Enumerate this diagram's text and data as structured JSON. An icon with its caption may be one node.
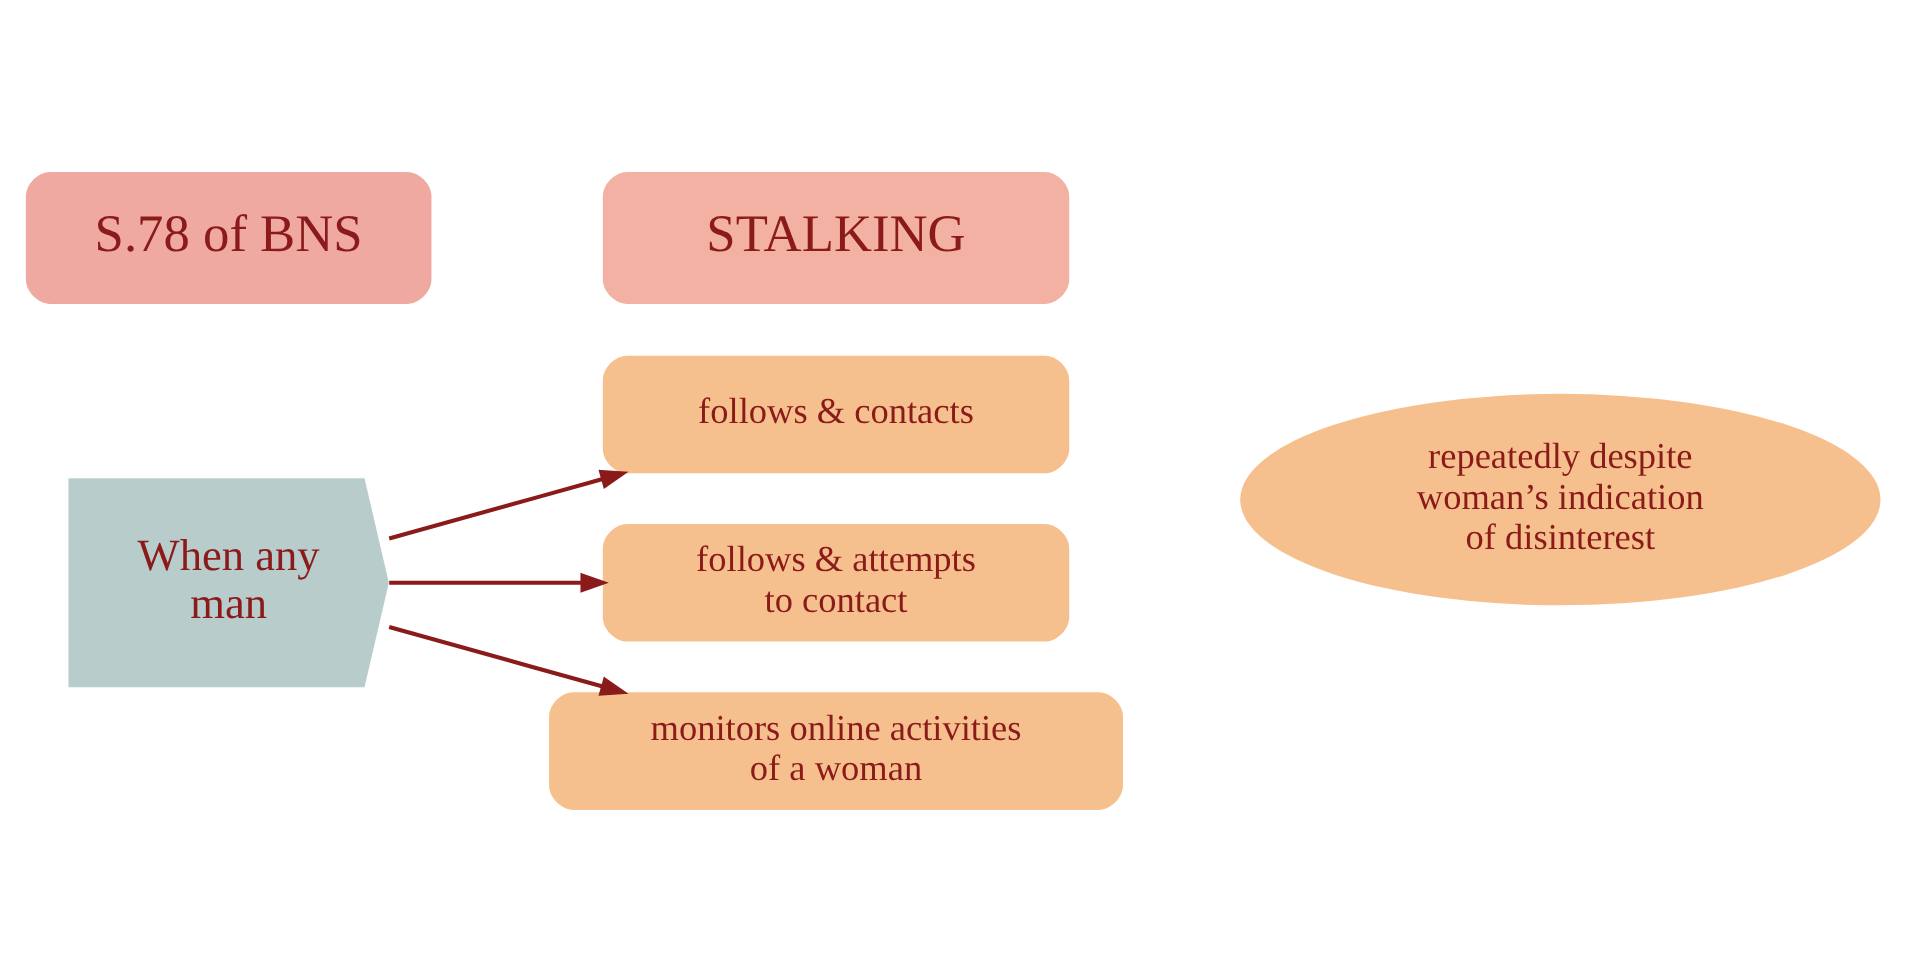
{
  "diagram": {
    "nodes": [
      {
        "text": [
          "S.78 of BNS"
        ]
      },
      {
        "text": [
          "STALKING"
        ]
      },
      {
        "text": [
          "When any man"
        ]
      },
      {
        "text": [
          "follows & contacts"
        ]
      },
      {
        "text": [
          "follows & attempts to contact"
        ]
      },
      {
        "text": [
          "monitors online activities of a woman"
        ]
      },
      {
        "text": [
          "repeatedly despite woman’s indication of disinterest"
        ]
      }
    ],
    "edges": [
      {
        "from": 2,
        "to": 3,
        "arrow": "to"
      },
      {
        "from": 2,
        "to": 4,
        "arrow": "to"
      },
      {
        "from": 2,
        "to": 5,
        "arrow": "to"
      }
    ]
  }
}
